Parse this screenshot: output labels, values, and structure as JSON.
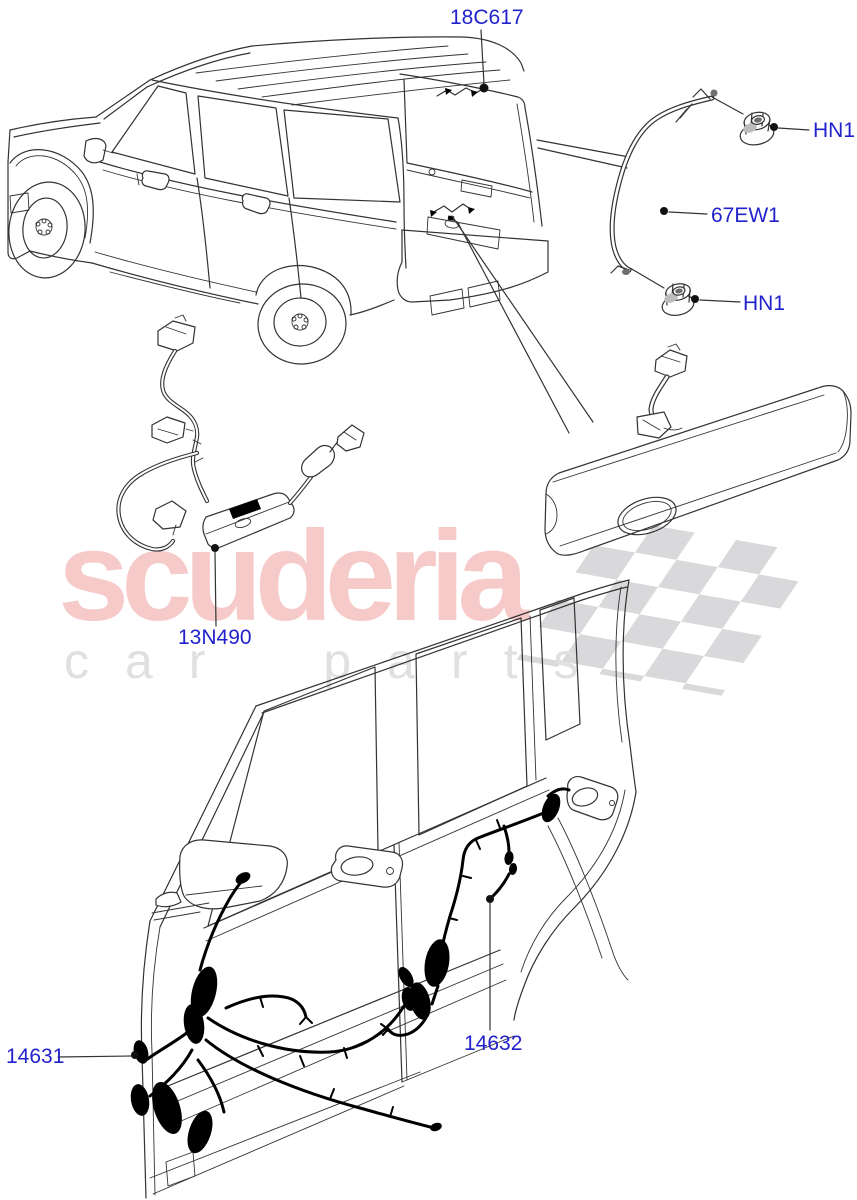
{
  "watermark": {
    "brand": "scuderia",
    "tagline": "car parts"
  },
  "callouts": {
    "roof_harness": {
      "label": "18C617"
    },
    "nut_upper": {
      "label": "HN1"
    },
    "ground_cable": {
      "label": "67EW1"
    },
    "nut_lower": {
      "label": "HN1"
    },
    "tailgate_harness": {
      "label": "13N490"
    },
    "front_door_harness": {
      "label": "14631"
    },
    "rear_door_harness": {
      "label": "14632"
    }
  },
  "colors": {
    "background": "#ffffff",
    "callout": "#2222cc",
    "brand": "#f7caca",
    "tagline": "#e0e0e0",
    "flag": "#d9d9dc",
    "line": "#333333",
    "harness": "#000000"
  }
}
